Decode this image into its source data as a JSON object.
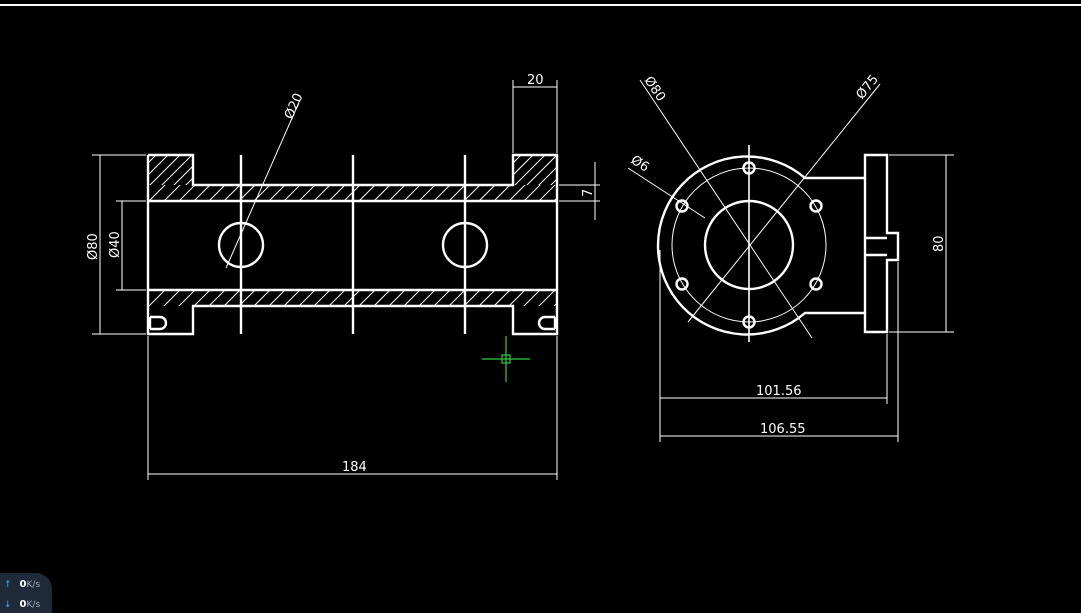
{
  "drawing": {
    "front_view": {
      "dim_overall_length": "184",
      "dim_flange_width": "20",
      "dim_wall": "7",
      "dim_hole": "Ø20",
      "dim_outer_dia": "Ø80",
      "dim_bore_dia": "Ø40"
    },
    "side_view": {
      "dim_outer_dia": "Ø80",
      "dim_bolt_circle": "Ø75",
      "dim_bolt_hole": "Ø6",
      "dim_height": "80",
      "dim_width_inner": "101.56",
      "dim_width_outer": "106.55"
    }
  },
  "network_monitor": {
    "upload_value": "0",
    "upload_unit": "K/s",
    "download_value": "0",
    "download_unit": "K/s"
  },
  "colors": {
    "background": "#000000",
    "linework": "#ffffff",
    "crosshair": "#2ecc40"
  }
}
